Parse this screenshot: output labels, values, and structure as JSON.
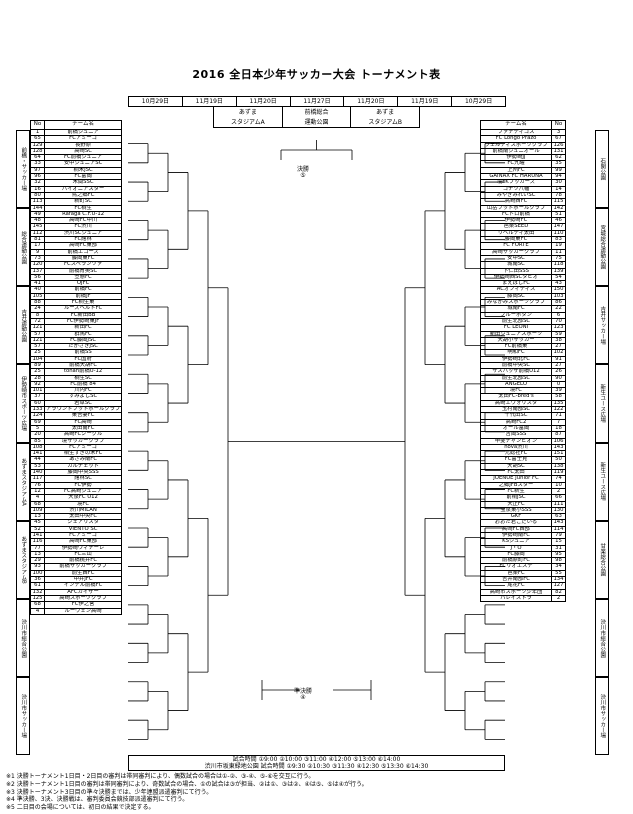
{
  "title": "2016 全日本少年サッカー大会 トーナメント表",
  "dates": [
    "10月29日",
    "11月19日",
    "11月20日",
    "11月27日",
    "11月20日",
    "11月19日",
    "10月29日"
  ],
  "venues": [
    "あずま\nスタジアムA",
    "前橋総合\n運動公園",
    "あずま\nスタジアムB"
  ],
  "header": {
    "no": "No",
    "team": "チーム名"
  },
  "final_label": "決勝",
  "final_no": "⑤",
  "third_label": "準決勝",
  "third_no": "④",
  "left_teams": [
    {
      "no": "1",
      "name": "前橋ジュニア"
    },
    {
      "no": "65",
      "name": "FCアミーゴ"
    },
    {
      "no": "129",
      "name": "長野原"
    },
    {
      "no": "128",
      "name": "高崎SC"
    },
    {
      "no": "64",
      "name": "FC前橋ジュニア"
    },
    {
      "no": "33",
      "name": "安中ジュニアSC"
    },
    {
      "no": "97",
      "name": "桐木JSC"
    },
    {
      "no": "96",
      "name": "FC富岡"
    },
    {
      "no": "32",
      "name": "木間SSC"
    },
    {
      "no": "16",
      "name": "パイオニアスター"
    },
    {
      "no": "80",
      "name": "鳥之郷FC"
    },
    {
      "no": "113",
      "name": "新町SC"
    },
    {
      "no": "144",
      "name": "FC桐生"
    },
    {
      "no": "49",
      "name": "Rafaga C.F.U-12"
    },
    {
      "no": "48",
      "name": "高崎FC中川"
    },
    {
      "no": "145",
      "name": "FC渋川"
    },
    {
      "no": "112",
      "name": "渋川SCジュニア"
    },
    {
      "no": "81",
      "name": "FC館林"
    },
    {
      "no": "17",
      "name": "高崎FC東部"
    },
    {
      "no": "9",
      "name": "前橋エコーズ"
    },
    {
      "no": "73",
      "name": "藤岡東FC"
    },
    {
      "no": "120",
      "name": "FCスペランツァ"
    },
    {
      "no": "137",
      "name": "前橋育英SC"
    },
    {
      "no": "56",
      "name": "笠懸FC"
    },
    {
      "no": "41",
      "name": "OJFC"
    },
    {
      "no": "40",
      "name": "前橋FC"
    },
    {
      "no": "105",
      "name": "前橋JF"
    },
    {
      "no": "88",
      "name": "FC桐生東"
    },
    {
      "no": "24",
      "name": "ルーズベルトFC"
    },
    {
      "no": "8",
      "name": "FC新田BB"
    },
    {
      "no": "72",
      "name": "FC伊勢崎東JF"
    },
    {
      "no": "121",
      "name": "新田FC"
    },
    {
      "no": "57",
      "name": "群馬FC"
    },
    {
      "no": "121",
      "name": "FC藤岡JSC"
    },
    {
      "no": "57",
      "name": "たかさきJSC"
    },
    {
      "no": "25",
      "name": "前橋SS"
    },
    {
      "no": "104",
      "name": "FC国府"
    },
    {
      "no": "89",
      "name": "前橋大胡FC"
    },
    {
      "no": "25",
      "name": "tonan前橋U-12"
    },
    {
      "no": "28",
      "name": "桐生SC"
    },
    {
      "no": "92",
      "name": "FC前橋 84"
    },
    {
      "no": "101",
      "name": "川内FC"
    },
    {
      "no": "37",
      "name": "すみよしSC"
    },
    {
      "no": "60",
      "name": "若草SC"
    },
    {
      "no": "133",
      "name": "アラウンドフットボールクラブ"
    },
    {
      "no": "124",
      "name": "東吾妻FC"
    },
    {
      "no": "69",
      "name": "FC高崎"
    },
    {
      "no": "5",
      "name": "太田南FC"
    },
    {
      "no": "20",
      "name": "高崎FCシーグル"
    },
    {
      "no": "85",
      "name": "境サッカークラブ"
    },
    {
      "no": "108",
      "name": "FCアミーゴ"
    },
    {
      "no": "141",
      "name": "桐生すぎの木FC"
    },
    {
      "no": "44",
      "name": "あざみ南FC"
    },
    {
      "no": "53",
      "name": "カルチェット"
    },
    {
      "no": "140",
      "name": "藤岡中央SSS"
    },
    {
      "no": "117",
      "name": "館林SC"
    },
    {
      "no": "76",
      "name": "FC伊勢"
    },
    {
      "no": "12",
      "name": "FC高崎ジュニア"
    },
    {
      "no": "4",
      "name": "大泉FC U12"
    },
    {
      "no": "68",
      "name": "境FC"
    },
    {
      "no": "109",
      "name": "渋川MILAN"
    },
    {
      "no": "13",
      "name": "太田中央FC"
    },
    {
      "no": "45",
      "name": "シェアリスタ"
    },
    {
      "no": "52",
      "name": "VIENTO SC"
    },
    {
      "no": "141",
      "name": "FCアミーゴ"
    },
    {
      "no": "116",
      "name": "高崎FC東部"
    },
    {
      "no": "77",
      "name": "伊勢崎ウィナーレ"
    },
    {
      "no": "13",
      "name": "FC三山"
    },
    {
      "no": "29",
      "name": "前橋桃井FC"
    },
    {
      "no": "93",
      "name": "前橋サッカークラブ"
    },
    {
      "no": "100",
      "name": "前生西FC"
    },
    {
      "no": "36",
      "name": "中井JFC"
    },
    {
      "no": "61",
      "name": "インテル前橋FC"
    },
    {
      "no": "132",
      "name": "AFCカイザー"
    },
    {
      "no": "125",
      "name": "高崎スポーツクラブ"
    },
    {
      "no": "68",
      "name": "FC伊之宮"
    },
    {
      "no": "4",
      "name": "ルーヴェン高崎"
    }
  ],
  "right_teams": [
    {
      "no": "3",
      "name": "ファナティコス"
    },
    {
      "no": "67",
      "name": "FC Longo Prazo"
    },
    {
      "no": "126",
      "name": "ヴェルディスポーツクラブ"
    },
    {
      "no": "131",
      "name": "前橋南ジュニオール"
    },
    {
      "no": "62",
      "name": "伊勢崎JJ"
    },
    {
      "no": "35",
      "name": "FC九曜"
    },
    {
      "no": "99",
      "name": "上州FC"
    },
    {
      "no": "94",
      "name": "GAINAX FC HARUNA"
    },
    {
      "no": "30",
      "name": "境FKブッカーズ"
    },
    {
      "no": "14",
      "name": "コナツ八幡"
    },
    {
      "no": "78",
      "name": "みやぎみれいSC"
    },
    {
      "no": "115",
      "name": "高崎西FC"
    },
    {
      "no": "142",
      "name": "山岳フットボールクラブ"
    },
    {
      "no": "51",
      "name": "FCトロ前橋"
    },
    {
      "no": "46",
      "name": "伊勢崎FC"
    },
    {
      "no": "147",
      "name": "邑楽SEED"
    },
    {
      "no": "110",
      "name": "リベルティ太田"
    },
    {
      "no": "83",
      "name": "藤岡東FC"
    },
    {
      "no": "19",
      "name": "FC FORTE"
    },
    {
      "no": "11",
      "name": "高崎サッカークラブ"
    },
    {
      "no": "75",
      "name": "安中SC"
    },
    {
      "no": "118",
      "name": "城南SC"
    },
    {
      "no": "139",
      "name": "下仁田SSS"
    },
    {
      "no": "54",
      "name": "伊勢崎西SCタピオ"
    },
    {
      "no": "43",
      "name": "まえばしFC"
    },
    {
      "no": "150",
      "name": "ACオフィディス"
    },
    {
      "no": "103",
      "name": "藤岡SC"
    },
    {
      "no": "86",
      "name": "みなかみスポーツクラブ"
    },
    {
      "no": "22",
      "name": "城南FC"
    },
    {
      "no": "6",
      "name": "フルーボタン"
    },
    {
      "no": "70",
      "name": "前生北部SC"
    },
    {
      "no": "123",
      "name": "FC LEONI"
    },
    {
      "no": "59",
      "name": "新田ジュニアスポーツ"
    },
    {
      "no": "38",
      "name": "大胡小サッカー"
    },
    {
      "no": "27",
      "name": "FC前橋東"
    },
    {
      "no": "102",
      "name": "明和FC"
    },
    {
      "no": "91",
      "name": "伊勢崎北FC"
    },
    {
      "no": "27",
      "name": "前橋中央SC"
    },
    {
      "no": "26",
      "name": "サスパッサ前橋U12"
    },
    {
      "no": "90",
      "name": "前生北部SC"
    },
    {
      "no": "0",
      "name": "ANGELO"
    },
    {
      "no": "39",
      "name": "境FC"
    },
    {
      "no": "58",
      "name": "太田FC-bred's"
    },
    {
      "no": "135",
      "name": "高崎エヴォリスタ"
    },
    {
      "no": "122",
      "name": "玉村南部SC"
    },
    {
      "no": "71",
      "name": "千代田SC"
    },
    {
      "no": "7",
      "name": "高崎FC2"
    },
    {
      "no": "18",
      "name": "オール富岡"
    },
    {
      "no": "87",
      "name": "吉岡SSS"
    },
    {
      "no": "106",
      "name": "甲斐チャンピオン"
    },
    {
      "no": "143",
      "name": "nova渋川"
    },
    {
      "no": "151",
      "name": "元総社FC"
    },
    {
      "no": "50",
      "name": "FC富士見"
    },
    {
      "no": "138",
      "name": "大胡SC"
    },
    {
      "no": "119",
      "name": "FC太田"
    },
    {
      "no": "74",
      "name": "JOENUE Junior FC"
    },
    {
      "no": "10",
      "name": "之郷JFBスター"
    },
    {
      "no": "2",
      "name": "FC新生"
    },
    {
      "no": "66",
      "name": "前桐JSC"
    },
    {
      "no": "111",
      "name": "大正FC"
    },
    {
      "no": "130",
      "name": "宝泉東小SSS"
    },
    {
      "no": "63",
      "name": "GKF"
    },
    {
      "no": "143",
      "name": "おおた君こだいる"
    },
    {
      "no": "114",
      "name": "高崎FC西部"
    },
    {
      "no": "79",
      "name": "伊勢崎南FC"
    },
    {
      "no": "15",
      "name": "KSジュニア"
    },
    {
      "no": "31",
      "name": "J・O"
    },
    {
      "no": "95",
      "name": "FC藤岡"
    },
    {
      "no": "98",
      "name": "前橋原町FC"
    },
    {
      "no": "34",
      "name": "FCリオエステ"
    },
    {
      "no": "55",
      "name": "邑楽FC"
    },
    {
      "no": "134",
      "name": "吉井南部FC"
    },
    {
      "no": "127",
      "name": "尾花FC"
    },
    {
      "no": "82",
      "name": "高崎市スポーツ少年団"
    },
    {
      "no": "2",
      "name": "バレイストラ"
    }
  ],
  "left_blocks": [
    "前橋・サッカー場",
    "総合運動公園",
    "吉井運動公園",
    "伊勢崎市スポーツ広場",
    "あずまスタジアムA",
    "あずまスタジアムB",
    "渋川市総合公園",
    "渋川市サッカー場"
  ],
  "right_blocks": [
    "石関公園",
    "宮城総合運動公園",
    "吉井サッカー場",
    "新生ユース広場",
    "新生ユース広場",
    "甘楽総合公園",
    "渋川市総合公園",
    "渋川市サッカー場"
  ],
  "schedule": {
    "line1": "試合時間 ①9:00 ②10:00 ③11:00 ④12:00 ⑤13:00 ⑥14:00",
    "line2": "渋川市坂東緑地公園 試合時間 ①9:30 ②10:30 ③11:30 ④12:30 ⑤13:30 ⑥14:30"
  },
  "notes": [
    "※1 決勝トーナメント1日目・2日目の審判は帯同審判により、偶数試合の場合は①-②、③-④、⑤-⑥を交互に行う。",
    "※2 決勝トーナメント1日目の審判は帯同審判により、奇数試合の場合、①の試合は③が担当、②は①、③は②、④は⑤、⑤は④が行う。",
    "※3 決勝トーナメント3日目の準々決勝までは、少年連盟派遣審判にて行う。",
    "※4 準決勝、3決、決勝戦は、審判委員会競技部派遣審判にて行う。",
    "※5 二日目の会場については、初日の結果で決定する。"
  ]
}
